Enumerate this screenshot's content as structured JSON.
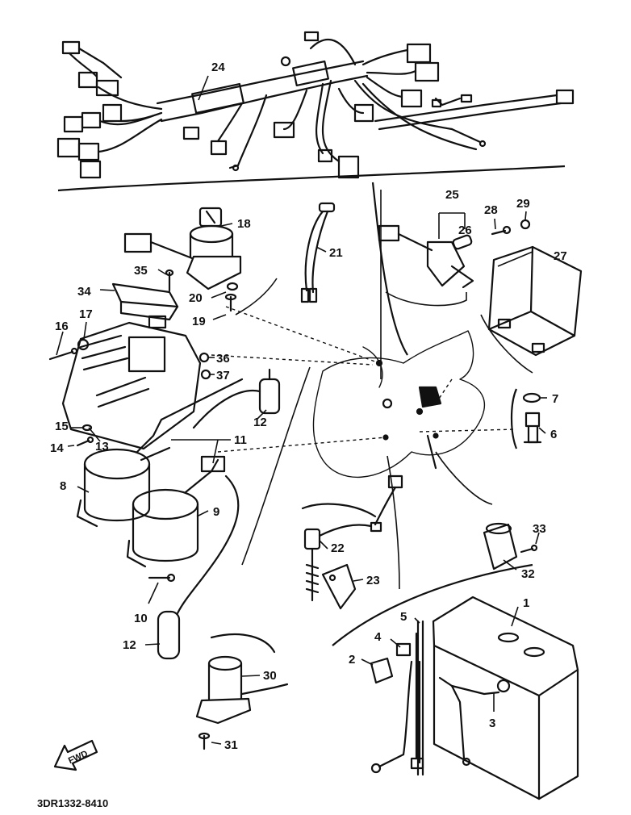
{
  "callouts": [
    {
      "id": "c1",
      "label": "1"
    },
    {
      "id": "c2",
      "label": "2"
    },
    {
      "id": "c3",
      "label": "3"
    },
    {
      "id": "c4",
      "label": "4"
    },
    {
      "id": "c5",
      "label": "5"
    },
    {
      "id": "c6",
      "label": "6"
    },
    {
      "id": "c7",
      "label": "7"
    },
    {
      "id": "c8",
      "label": "8"
    },
    {
      "id": "c9",
      "label": "9"
    },
    {
      "id": "c10",
      "label": "10"
    },
    {
      "id": "c11",
      "label": "11"
    },
    {
      "id": "c12a",
      "label": "12"
    },
    {
      "id": "c12b",
      "label": "12"
    },
    {
      "id": "c13",
      "label": "13"
    },
    {
      "id": "c14",
      "label": "14"
    },
    {
      "id": "c15",
      "label": "15"
    },
    {
      "id": "c16",
      "label": "16"
    },
    {
      "id": "c17",
      "label": "17"
    },
    {
      "id": "c18",
      "label": "18"
    },
    {
      "id": "c19",
      "label": "19"
    },
    {
      "id": "c20",
      "label": "20"
    },
    {
      "id": "c21",
      "label": "21"
    },
    {
      "id": "c22",
      "label": "22"
    },
    {
      "id": "c23",
      "label": "23"
    },
    {
      "id": "c24",
      "label": "24"
    },
    {
      "id": "c25",
      "label": "25"
    },
    {
      "id": "c26",
      "label": "26"
    },
    {
      "id": "c27",
      "label": "27"
    },
    {
      "id": "c28",
      "label": "28"
    },
    {
      "id": "c29",
      "label": "29"
    },
    {
      "id": "c30",
      "label": "30"
    },
    {
      "id": "c31",
      "label": "31"
    },
    {
      "id": "c32",
      "label": "32"
    },
    {
      "id": "c33",
      "label": "33"
    },
    {
      "id": "c34",
      "label": "34"
    },
    {
      "id": "c35",
      "label": "35"
    },
    {
      "id": "c36",
      "label": "36"
    },
    {
      "id": "c37",
      "label": "37"
    }
  ],
  "forward_label": "FWD",
  "drawing_code": "3DR1332-8410"
}
